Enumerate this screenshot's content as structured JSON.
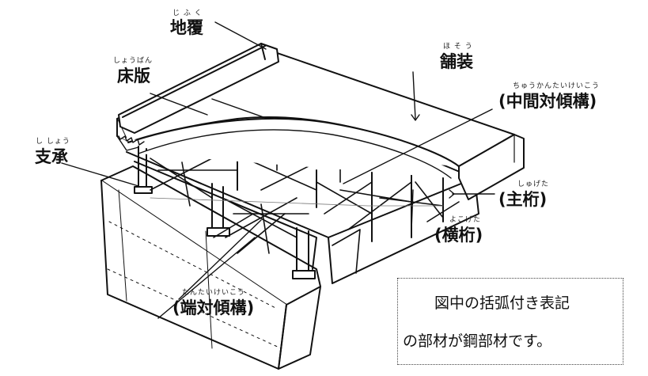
{
  "labels": {
    "jifuku": {
      "text": "地覆",
      "ruby": "じ ふ く"
    },
    "shoban": {
      "text": "床版",
      "ruby": "しょうばん"
    },
    "hoso": {
      "text": "舗装",
      "ruby": "ほ そ う"
    },
    "chukan": {
      "text": "(中間対傾構)",
      "ruby": "ちゅうかんたいけいこう"
    },
    "shisho": {
      "text": "支承",
      "ruby": "し しょう"
    },
    "shugeta": {
      "text": "(主桁)",
      "ruby": "しゅげた"
    },
    "yokogeta": {
      "text": "(横桁)",
      "ruby": "よこげた"
    },
    "tantai": {
      "text": "(端対傾構)",
      "ruby": "たんたいけいこう"
    }
  },
  "note": {
    "line1": "図中の括弧付き表記",
    "line2": "の部材が鋼部材です。"
  }
}
